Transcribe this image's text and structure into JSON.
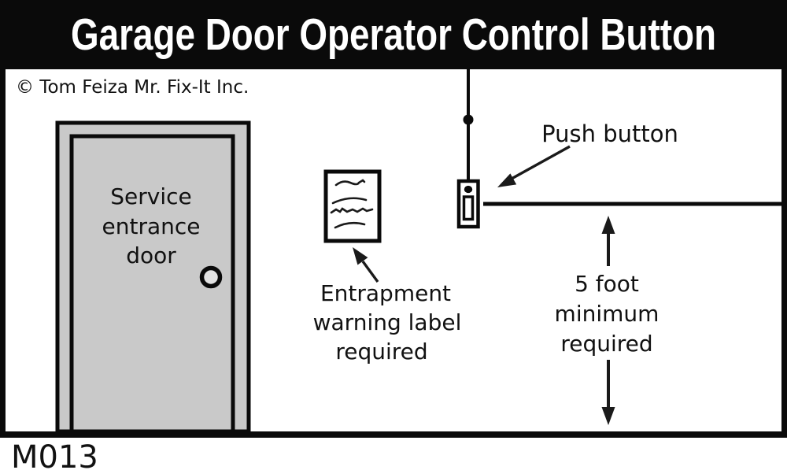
{
  "header": {
    "title": "Garage Door Operator Control Button"
  },
  "copyright": "© Tom Feiza Mr. Fix-It Inc.",
  "figure_code": "M013",
  "door": {
    "label_lines": [
      "Service",
      "entrance",
      "door"
    ]
  },
  "push_button": {
    "label": "Push button"
  },
  "warning_label": {
    "label_lines": [
      "Entrapment",
      "warning label",
      "required"
    ]
  },
  "clearance": {
    "label_lines": [
      "5 foot",
      "minimum",
      "required"
    ]
  },
  "colors": {
    "frame_and_ink": "#0a0a0a",
    "title_text": "#ffffff",
    "background": "#ffffff",
    "door_fill": "#c9c9c9",
    "knob_fill": "#e2e2e2"
  }
}
